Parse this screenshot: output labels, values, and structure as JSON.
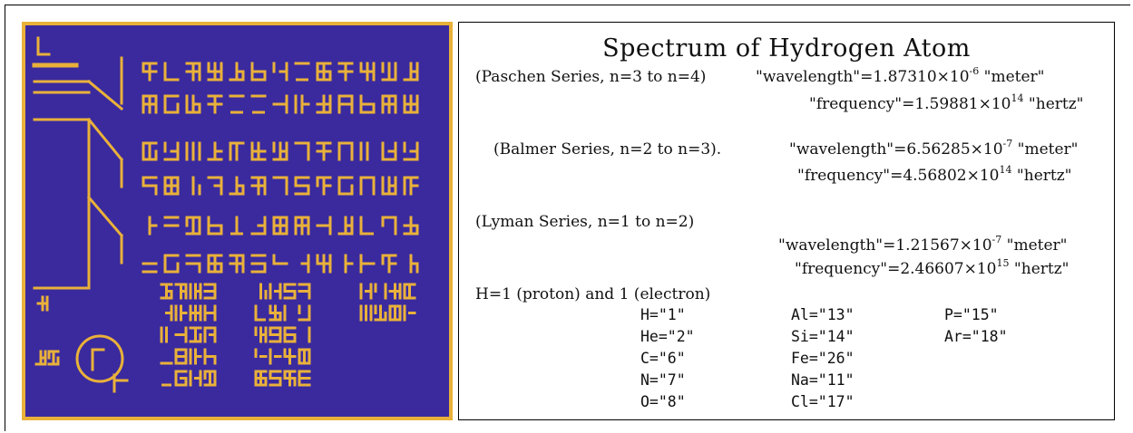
{
  "title": "Spectrum of Hydrogen Atom",
  "series": [
    {
      "name": "(Paschen Series, n=3 to n=4)",
      "wavelength_prefix": "\"wavelength\"=1.87310×10",
      "wavelength_exp": "-6",
      "wavelength_suffix": " \"meter\"",
      "frequency_prefix": "\"frequency\"=1.59881×10",
      "frequency_exp": "14",
      "frequency_suffix": " \"hertz\""
    },
    {
      "name": "(Balmer Series, n=2 to n=3).",
      "wavelength_prefix": "\"wavelength\"=6.56285×10",
      "wavelength_exp": "-7",
      "wavelength_suffix": " \"meter\"",
      "frequency_prefix": "\"frequency\"=4.56802×10",
      "frequency_exp": "14",
      "frequency_suffix": " \"hertz\""
    },
    {
      "name": "(Lyman Series, n=1 to n=2)",
      "wavelength_prefix": "\"wavelength\"=1.21567×10",
      "wavelength_exp": "-7",
      "wavelength_suffix": " \"meter\"",
      "frequency_prefix": "\"frequency\"=2.46607×10",
      "frequency_exp": "15",
      "frequency_suffix": " \"hertz\""
    }
  ],
  "atom_note": "H=1 (proton) and 1 (electron)",
  "elements": {
    "col1": [
      "H=\"1\"",
      "He=\"2\"",
      "C=\"6\"",
      "N=\"7\"",
      "O=\"8\""
    ],
    "col2": [
      "Al=\"13\"",
      "Si=\"14\"",
      "Fe=\"26\"",
      "Na=\"11\"",
      "Cl=\"17\""
    ],
    "col3": [
      "P=\"15\"",
      "Ar=\"18\""
    ]
  },
  "colors": {
    "panel_bg": "#3a2a9e",
    "glyph": "#e9b13a",
    "text": "#111111"
  }
}
